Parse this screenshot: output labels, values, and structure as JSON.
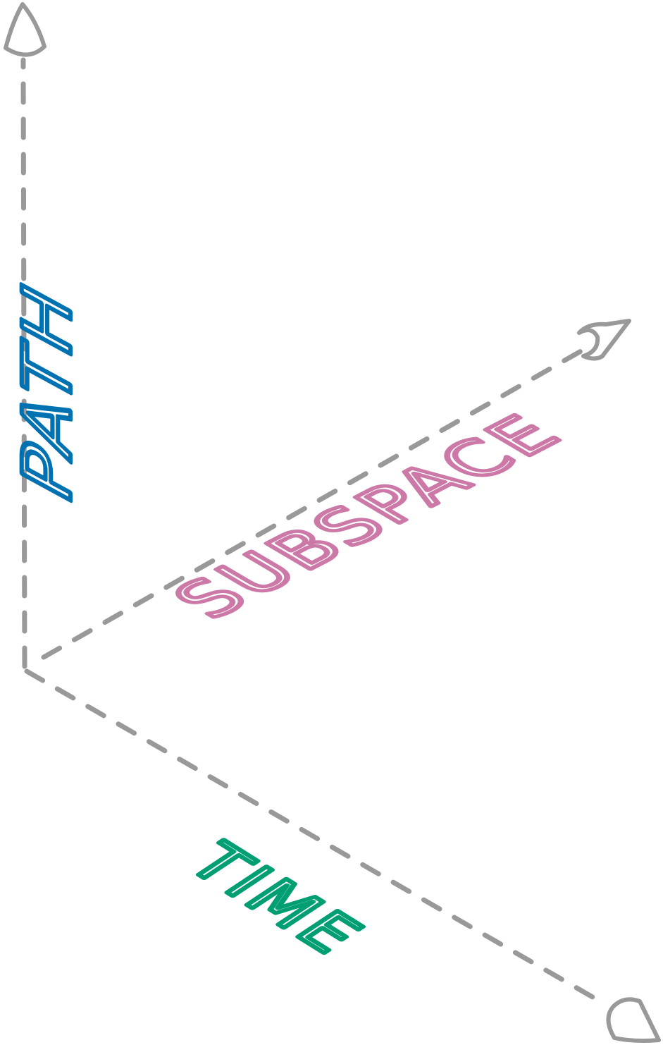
{
  "diagram": {
    "axes": [
      {
        "id": "path",
        "label": "PATH",
        "color": "#0072b2",
        "direction": "vertical-up"
      },
      {
        "id": "subspace",
        "label": "SUBSPACE",
        "color": "#cc79a7",
        "direction": "diagonal-up-right"
      },
      {
        "id": "time",
        "label": "TIME",
        "color": "#009e73",
        "direction": "diagonal-down-right"
      }
    ],
    "axis_color": "#999999",
    "axis_style": "dashed",
    "arrowhead": "hand-drawn-cone"
  }
}
